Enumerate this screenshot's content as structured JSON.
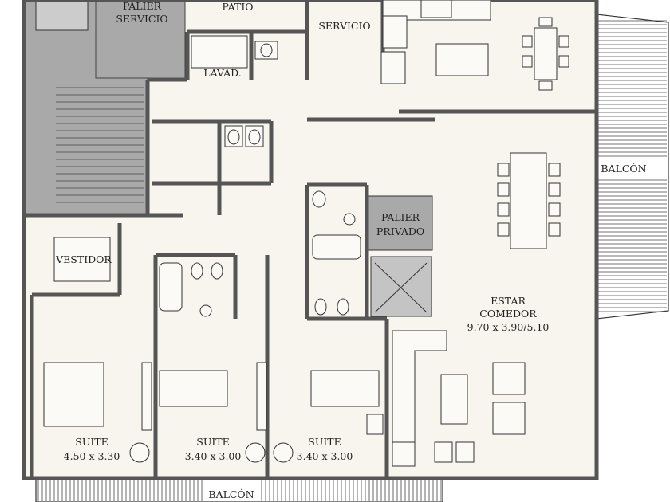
{
  "rooms": {
    "palier_servicio": [
      "PALIER",
      "SERVICIO"
    ],
    "patio": "PATIO",
    "servicio": "SERVICIO",
    "lavadero": "LAVAD.",
    "balcon_right": "BALCÓN",
    "palier_privado": [
      "PALIER",
      "PRIVADO"
    ],
    "vestidor": "VESTIDOR",
    "estar_comedor": [
      "ESTAR",
      "COMEDOR",
      "9.70 x 3.90/5.10"
    ],
    "suite_1": [
      "SUITE",
      "4.50 x 3.30"
    ],
    "suite_2": [
      "SUITE",
      "3.40 x 3.00"
    ],
    "suite_3": [
      "SUITE",
      "3.40 x 3.00"
    ],
    "balcon_bottom": "BALCÓN"
  },
  "colors": {
    "floor": "#f7f5ee",
    "wall": "#555555",
    "core": "#a9a9a9"
  }
}
